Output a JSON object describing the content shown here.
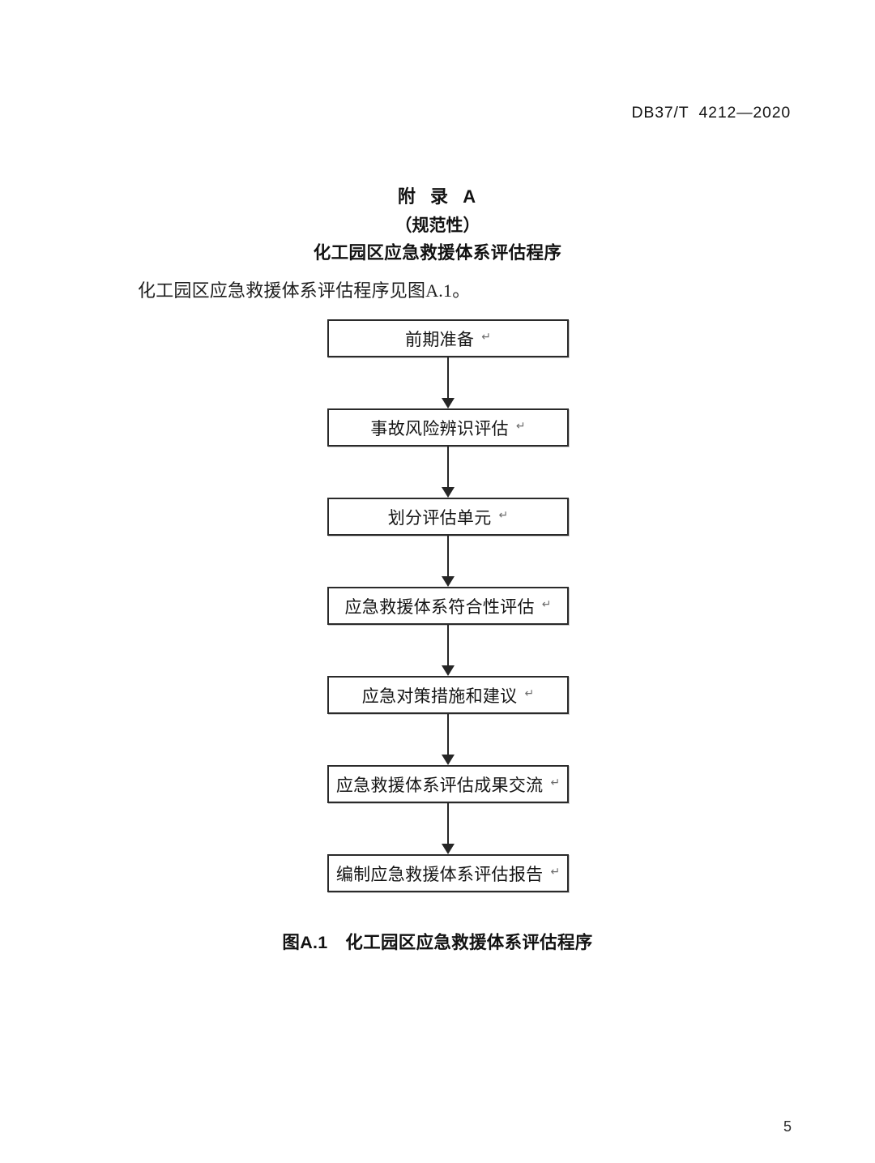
{
  "header": {
    "standard_number": "DB37/T  4212—2020"
  },
  "annex": {
    "label": "附  录  A",
    "kind": "（规范性）",
    "name": "化工园区应急救援体系评估程序"
  },
  "intro": {
    "text": "化工园区应急救援体系评估程序见图A.1。"
  },
  "flowchart": {
    "return_mark": "↵",
    "nodes": [
      {
        "label": "前期准备"
      },
      {
        "label": "事故风险辨识评估"
      },
      {
        "label": "划分评估单元"
      },
      {
        "label": "应急救援体系符合性评估"
      },
      {
        "label": "应急对策措施和建议"
      },
      {
        "label": "应急救援体系评估成果交流"
      },
      {
        "label": "编制应急救援体系评估报告"
      }
    ]
  },
  "figure": {
    "caption": "图A.1　化工园区应急救援体系评估程序"
  },
  "footer": {
    "page_number": "5"
  },
  "colors": {
    "text": "#1a1a1a",
    "box_border": "#2a2a2a",
    "connector": "#262626",
    "return_mark": "#6d6d6d",
    "background": "#ffffff"
  }
}
